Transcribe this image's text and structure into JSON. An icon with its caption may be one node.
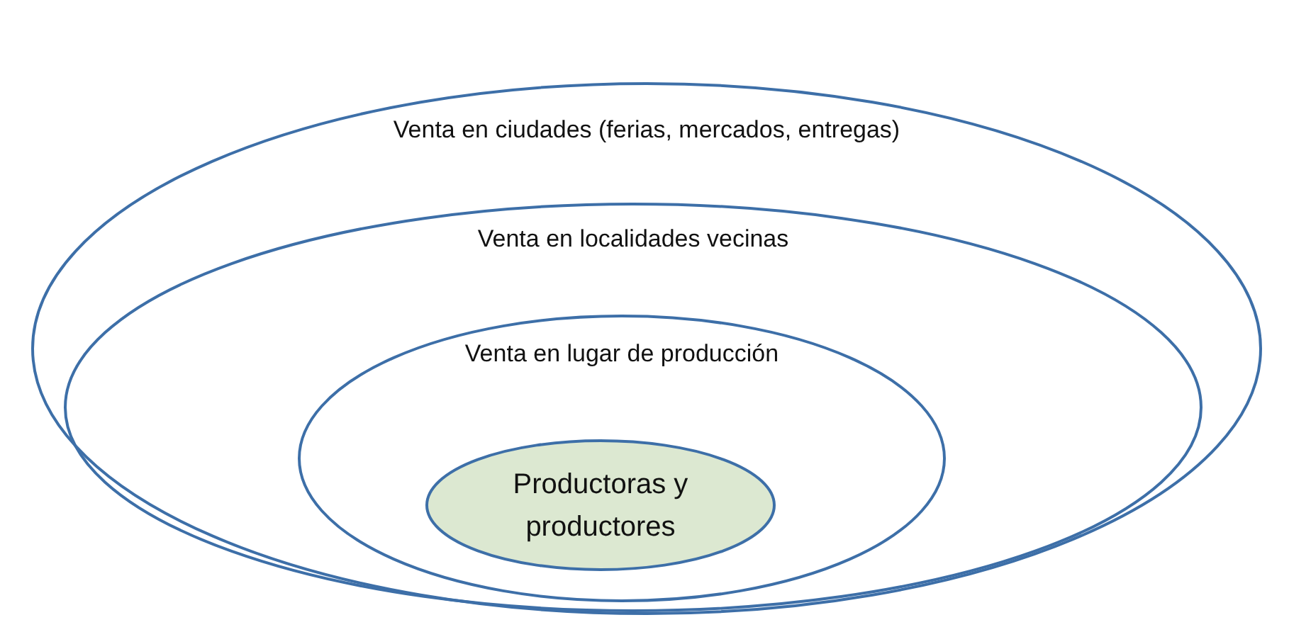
{
  "diagram": {
    "nodes": [
      {
        "text": [
          "Venta en ciudades (ferias, mercados, entregas)"
        ]
      },
      {
        "text": [
          "Venta en localidades vecinas"
        ],
        "in": 0
      },
      {
        "text": [
          "Venta en lugar de producción"
        ],
        "in": 1
      },
      {
        "text": [
          "Productoras y productores"
        ],
        "in": 2
      }
    ]
  }
}
